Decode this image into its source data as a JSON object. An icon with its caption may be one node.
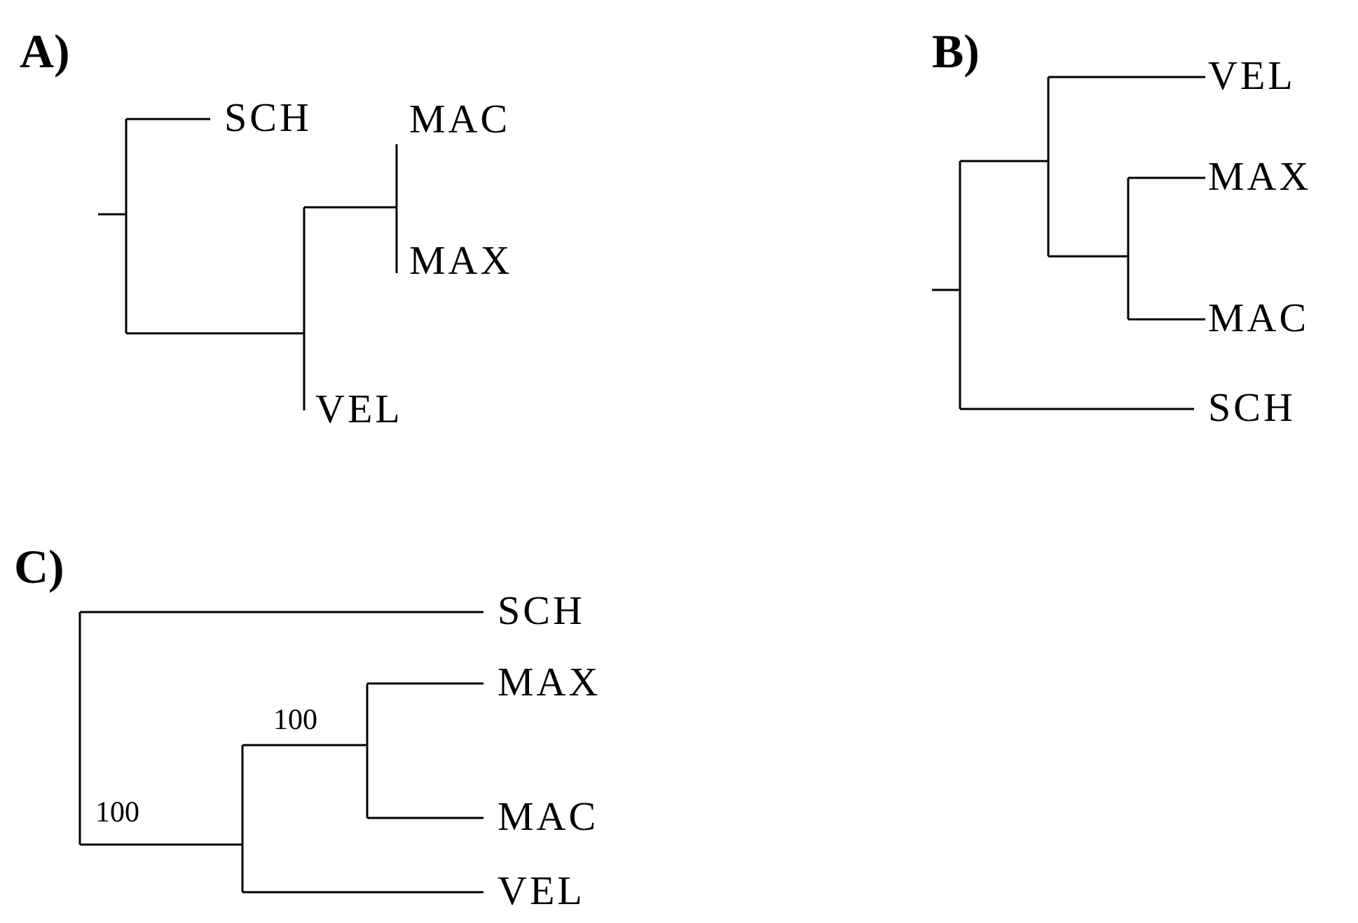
{
  "diagram": {
    "labels": [
      "A)",
      "SCH",
      "MAC",
      "MAX",
      "VEL",
      "B)",
      "VEL",
      "MAX",
      "MAC",
      "SCH",
      "C)",
      "SCH",
      "MAX",
      "100",
      "100",
      "MAC",
      "VEL"
    ]
  }
}
